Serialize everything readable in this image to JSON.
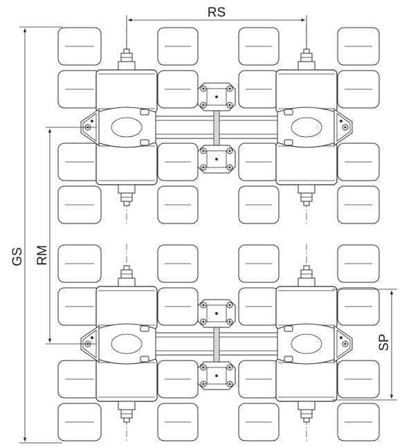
{
  "dimensions": {
    "rs": "RS",
    "gs": "GS",
    "rm": "RM",
    "sp": "SP"
  },
  "colors": {
    "line": "#2a2a2a",
    "background": "#ffffff"
  }
}
